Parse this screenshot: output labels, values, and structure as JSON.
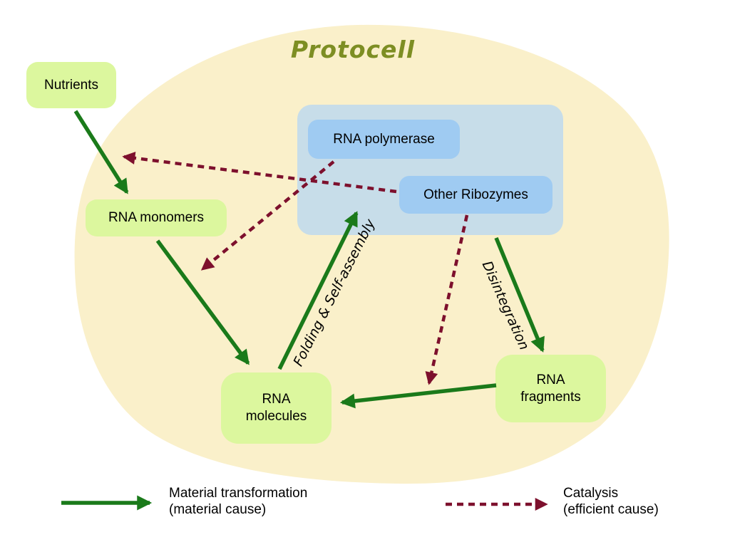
{
  "title": "Protocell",
  "colors": {
    "protocell_fill": "#FAF0CA",
    "green_node_fill": "#DCF79E",
    "blue_container_fill": "#C7DDE9",
    "blue_node_fill": "#9FCBF2",
    "material_arrow": "#1A7A1A",
    "catalysis_arrow": "#7D102D",
    "title_color": "#7D8E23",
    "text_color": "#000000"
  },
  "nodes": {
    "nutrients": {
      "label": "Nutrients"
    },
    "rna_monomers": {
      "label": "RNA monomers"
    },
    "rna_polymerase": {
      "label": "RNA polymerase"
    },
    "other_ribozymes": {
      "label": "Other Ribozymes"
    },
    "rna_molecules": {
      "label": "RNA molecules"
    },
    "rna_fragments": {
      "label": "RNA fragments"
    }
  },
  "edge_labels": {
    "folding": "Folding & Self-assembly",
    "disintegration": "Disintegration"
  },
  "legend": {
    "material": {
      "line1": "Material transformation",
      "line2": "(material cause)"
    },
    "catalysis": {
      "line1": "Catalysis",
      "line2": "(efficient cause)"
    }
  }
}
